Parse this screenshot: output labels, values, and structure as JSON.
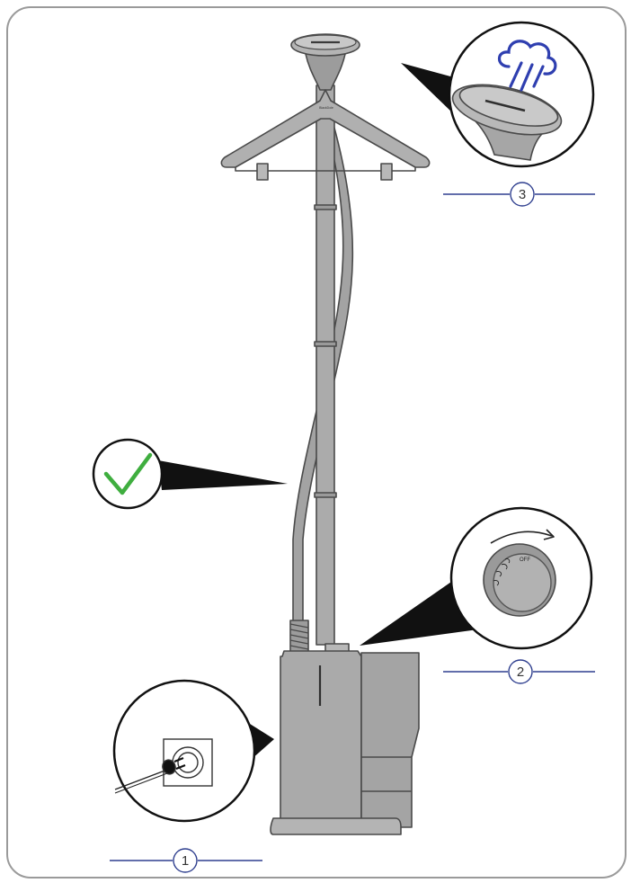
{
  "steps": [
    {
      "number": "1",
      "description_icon": "power-plug-icon"
    },
    {
      "number": "2",
      "description_icon": "steam-dial-icon"
    },
    {
      "number": "3",
      "description_icon": "steam-head-icon"
    }
  ],
  "dial": {
    "off_label": "OFF",
    "rotation_icon": "clockwise-arrow-icon"
  },
  "hanger": {
    "brand_label": "BlackDole"
  },
  "check": {
    "icon": "checkmark-icon",
    "color": "#3fae3f"
  },
  "colors": {
    "accent_line": "#2f3f8f",
    "steam_icon": "#2f3fb0",
    "device_fill": "#a8a8a8",
    "device_stroke": "#4a4a4a"
  }
}
